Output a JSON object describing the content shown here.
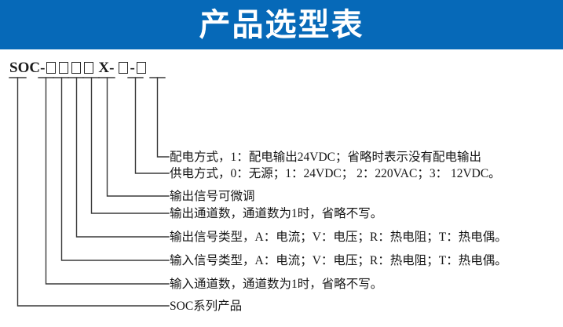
{
  "header": {
    "title": "产品选型表"
  },
  "model_code": {
    "prefix": "SOC-",
    "middle_letter": "X-",
    "separator": "-",
    "boxes_before": 4,
    "boxes_after_x": 1,
    "boxes_after_sep": 1,
    "full_code": "SOC-□□□□X-□-□"
  },
  "descriptions": [
    {
      "id": "power-distribution",
      "text": "配电方式，1：配电输出24VDC；省略时表示没有配电输出"
    },
    {
      "id": "power-supply",
      "text": "供电方式，0：无源；1：24VDC；  2：220VAC；3：  12VDC。"
    },
    {
      "id": "output-trim",
      "text": "输出信号可微调"
    },
    {
      "id": "output-channels",
      "text": "输出通道数，通道数为1时，省略不写。"
    },
    {
      "id": "output-signal-type",
      "text": "输出信号类型，A：电流；V：电压；R：热电阻；T：热电偶。"
    },
    {
      "id": "input-signal-type",
      "text": "输入信号类型，A：电流；V：电压；R：热电阻；T：热电偶。"
    },
    {
      "id": "input-channels",
      "text": "输入通道数，通道数为1时，省略不写。"
    },
    {
      "id": "series",
      "text": "SOC系列产品"
    }
  ],
  "colors": {
    "banner": "#0669b8",
    "banner_text": "#ffffff",
    "line": "#3a3a3a",
    "body_text": "#161616"
  }
}
